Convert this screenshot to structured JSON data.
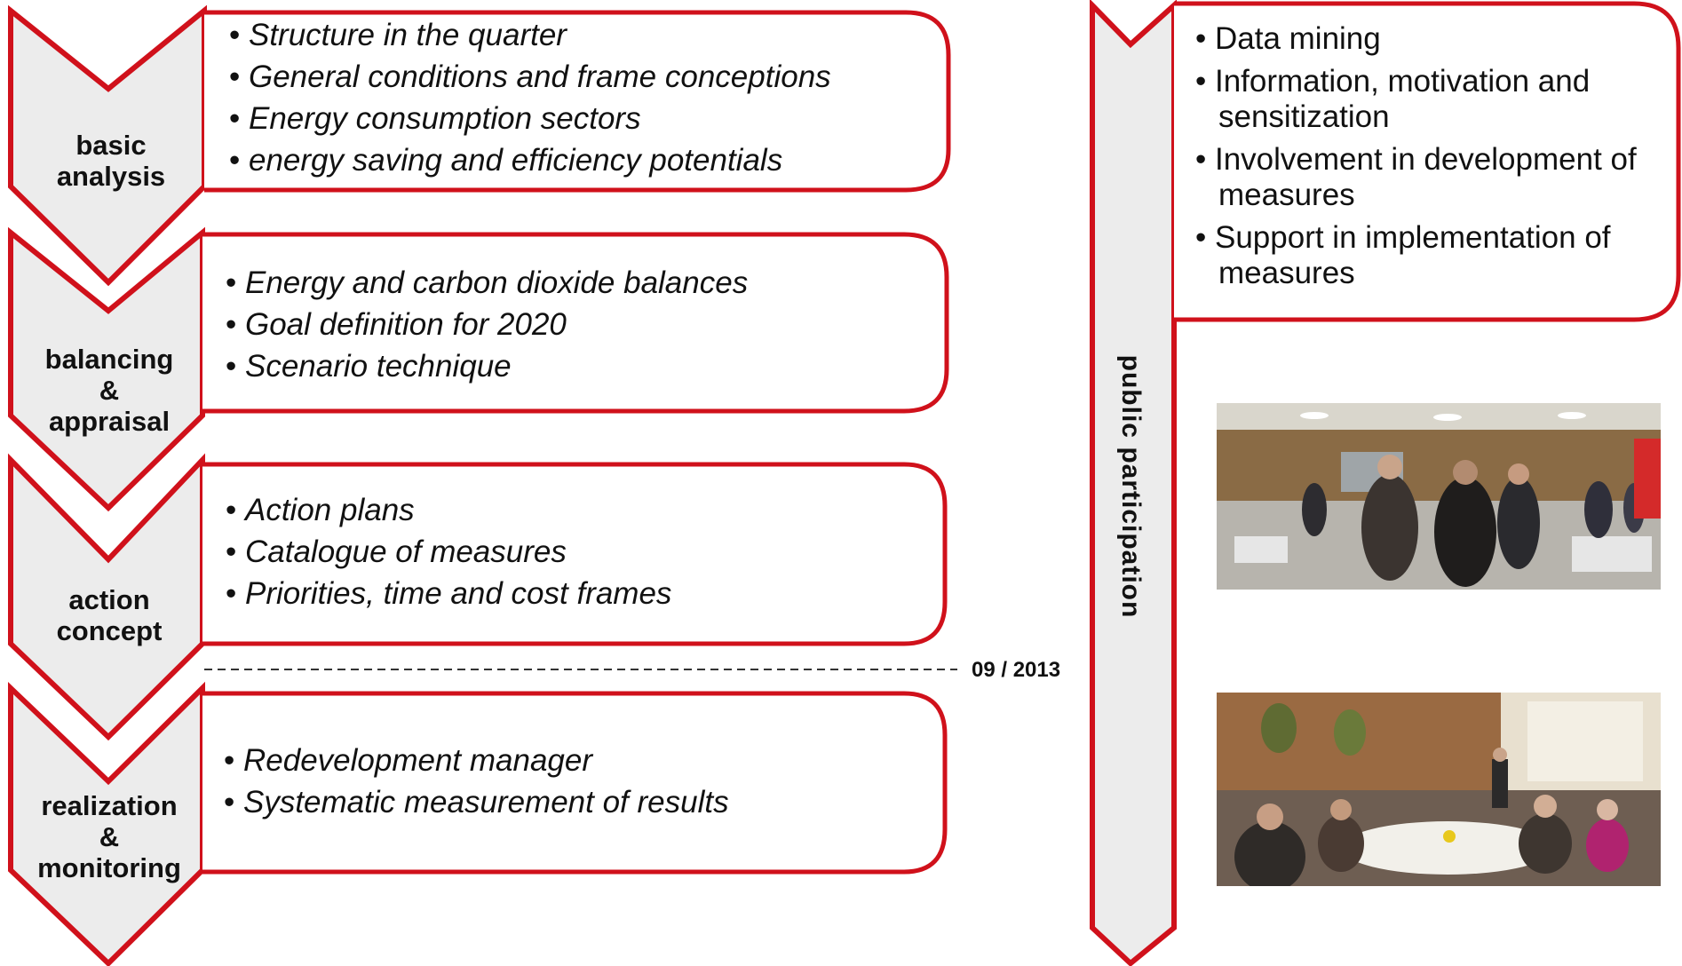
{
  "phases": [
    {
      "label_lines": [
        "basic",
        "analysis"
      ],
      "items": [
        "Structure in the quarter",
        "General conditions and frame conceptions",
        "Energy consumption sectors",
        "energy saving and efficiency potentials"
      ]
    },
    {
      "label_lines": [
        "balancing",
        "&",
        "appraisal"
      ],
      "items": [
        "Energy and carbon dioxide balances",
        "Goal definition for 2020",
        "Scenario technique"
      ]
    },
    {
      "label_lines": [
        "action",
        "concept"
      ],
      "items": [
        "Action plans",
        "Catalogue of measures",
        "Priorities, time and cost frames"
      ]
    },
    {
      "label_lines": [
        "realization",
        "&",
        "monitoring"
      ],
      "items": [
        "Redevelopment manager",
        "Systematic measurement of results"
      ]
    }
  ],
  "milestone": "09 / 2013",
  "participation": {
    "label": "public participation",
    "items": [
      "Data mining",
      "Information, motivation and sensitization",
      "Involvement in development of measures",
      "Support in implementation of measures"
    ]
  },
  "colors": {
    "accent": "#d0111b",
    "chevron_fill": "#ececec",
    "text": "#111111"
  }
}
